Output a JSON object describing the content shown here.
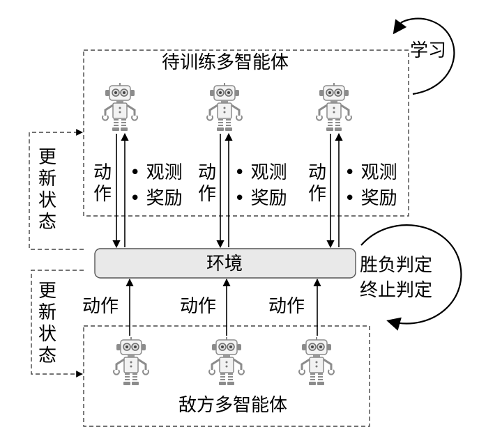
{
  "trainee_group": {
    "title": "待训练多智能体",
    "action_label": "动作",
    "bullet_1": "• 观测",
    "bullet_2": "• 奖励"
  },
  "environment": {
    "label": "环境"
  },
  "enemy_group": {
    "title": "敌方多智能体",
    "action_label": "动作"
  },
  "update_state_label": "更新状态",
  "learn_label": "学习",
  "judgement": {
    "line_1": "胜负判定",
    "line_2": "终止判定"
  },
  "icons": [
    "robot-icon",
    "learning-cycle-arrow-icon",
    "judgement-cycle-arrow-icon"
  ],
  "colors": {
    "environment_fill": "#e9e9e9",
    "robot_gray": "#8c8c8c",
    "robot_body": "#f2f2f2",
    "line": "#000000"
  }
}
